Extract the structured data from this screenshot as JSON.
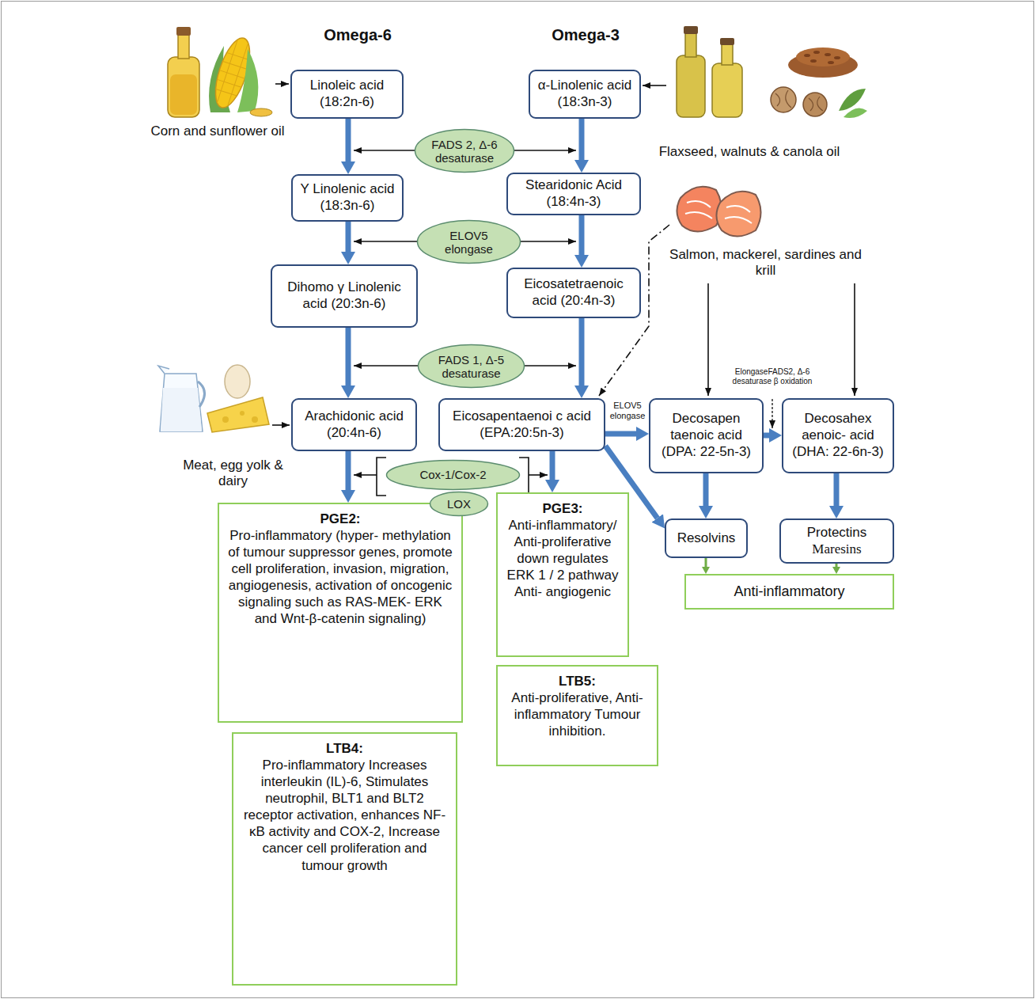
{
  "diagram": {
    "nodes": [
      {
        "text": [
          "Linoleic acid (18:2n-6)"
        ]
      },
      {
        "text": [
          "α-Linolenic acid (18:3n-3)"
        ]
      },
      {
        "text": [
          "FADS 2, Δ-6 desaturase"
        ]
      },
      {
        "text": [
          "Y Linolenic acid (18:3n-6)"
        ]
      },
      {
        "text": [
          "Stearidonic Acid (18:4n-3)"
        ]
      },
      {
        "text": [
          "ELOV5 elongase"
        ]
      },
      {
        "text": [
          "Dihomo γ Linolenic acid (20:3n-6)"
        ]
      },
      {
        "text": [
          "Eicosatetraenoic acid (20:4n-3)"
        ]
      },
      {
        "text": [
          "FADS 1, Δ-5 desaturase"
        ]
      },
      {
        "text": [
          "Arachidonic acid (20:4n-6)"
        ]
      },
      {
        "text": [
          "Eicosapentaenoi c acid (EPA:20:5n-3)"
        ]
      },
      {
        "text": [
          "Decosapen taenoic acid (DPA: 22-5n-3)"
        ]
      },
      {
        "text": [
          "Decosahex aenoic- acid (DHA: 22-6n-3)"
        ]
      },
      {
        "text": [
          "Cox-1/Cox-2"
        ]
      },
      {
        "text": [
          "LOX"
        ]
      },
      {
        "text": [
          "PGE2:",
          "Pro-inflammatory (hyper- methylation of tumour suppressor genes, promote cell proliferation, invasion, migration, angiogenesis, activation of oncogenic signaling such as RAS-MEK- ERK and Wnt-β-catenin signaling)"
        ]
      },
      {
        "text": [
          "PGE3:",
          "Anti-inflammatory/ Anti-proliferative down regulates ERK 1 / 2 pathway Anti- angiogenic"
        ]
      },
      {
        "text": [
          "Resolvins"
        ]
      },
      {
        "text": [
          "Protectins",
          "Maresins"
        ]
      },
      {
        "text": [
          "Anti-inflammatory"
        ]
      },
      {
        "text": [
          "LTB5:",
          "Anti-proliferative, Anti-inflammatory Tumour inhibition."
        ]
      },
      {
        "text": [
          "LTB4:",
          "Pro-inflammatory Increases interleukin (IL)-6, Stimulates neutrophil, BLT1 and BLT2 receptor activation, enhances NF- κB activity and COX-2, Increase cancer cell proliferation and tumour growth"
        ]
      }
    ],
    "edges": [
      {
        "from": 0,
        "to": 3,
        "arrow": "to"
      },
      {
        "from": 3,
        "to": 6,
        "arrow": "to"
      },
      {
        "from": 6,
        "to": 9,
        "arrow": "to"
      },
      {
        "from": 9,
        "to": 15,
        "arrow": "to"
      },
      {
        "from": 1,
        "to": 4,
        "arrow": "to"
      },
      {
        "from": 4,
        "to": 7,
        "arrow": "to"
      },
      {
        "from": 7,
        "to": 10,
        "arrow": "to"
      },
      {
        "from": 10,
        "to": 16,
        "arrow": "to"
      },
      {
        "from": 10,
        "to": 11,
        "label": "ELOV5 elongase",
        "arrow": "to"
      },
      {
        "from": 11,
        "to": 12,
        "label": "ElongaseFADS2, Δ-6 desaturase β oxidation",
        "arrow": "to"
      },
      {
        "from": 10,
        "to": 17,
        "arrow": "to"
      },
      {
        "from": 11,
        "to": 17,
        "arrow": "to"
      },
      {
        "from": 12,
        "to": 18,
        "arrow": "to"
      },
      {
        "from": 17,
        "to": 19,
        "arrow": "to"
      },
      {
        "from": 18,
        "to": 19,
        "arrow": "to"
      }
    ],
    "labels": [
      "Omega-6",
      "Omega-3",
      "Corn and sunflower oil",
      "Flaxseed, walnuts & canola oil",
      "Salmon, mackerel, sardines and krill",
      "Meat, egg yolk & dairy"
    ]
  }
}
